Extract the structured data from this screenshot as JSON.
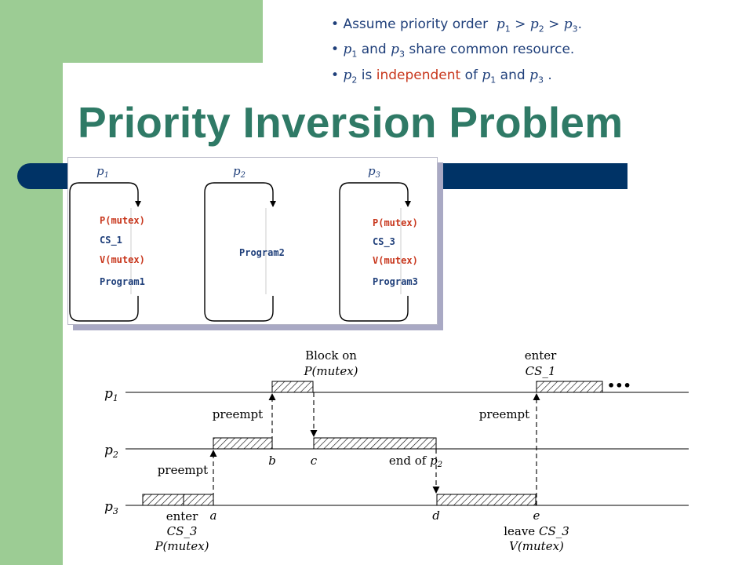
{
  "bullets": {
    "b1_pre": "Assume priority order",
    "b1_p1": "p",
    "b1_s1": "1",
    "b1_gt1": " > ",
    "b1_p2": "p",
    "b1_s2": "2",
    "b1_gt2": " > ",
    "b1_p3": "p",
    "b1_s3": "3",
    "b1_end": ".",
    "b2_p1": "p",
    "b2_s1": "1",
    "b2_and": " and ",
    "b2_p3": "p",
    "b2_s3": "3",
    "b2_rest": " share common resource.",
    "b3_p2": "p",
    "b3_s2": "2",
    "b3_is": " is ",
    "b3_red": "independent",
    "b3_of": " of ",
    "b3_p1": "p",
    "b3_s1": "1",
    "b3_and": " and ",
    "b3_p3": "p",
    "b3_s3": "3",
    "b3_end": " ."
  },
  "title": "Priority Inversion Problem",
  "processes": {
    "p1": {
      "name": "p",
      "sub": "1",
      "lines": [
        "P(mutex)",
        "CS_1",
        "V(mutex)",
        "Program1"
      ]
    },
    "p2": {
      "name": "p",
      "sub": "2",
      "lines": [
        "Program2"
      ]
    },
    "p3": {
      "name": "p",
      "sub": "3",
      "lines": [
        "P(mutex)",
        "CS_3",
        "V(mutex)",
        "Program3"
      ]
    }
  },
  "timeline": {
    "rows": [
      {
        "name": "p",
        "sub": "1"
      },
      {
        "name": "p",
        "sub": "2"
      },
      {
        "name": "p",
        "sub": "3"
      }
    ],
    "labels": {
      "block_on": "Block on",
      "p_mutex": "P(mutex)",
      "enter_cs1_a": "enter",
      "enter_cs1_b": "CS_1",
      "preempt": "preempt",
      "ellipsis": "•••",
      "b": "b",
      "c": "c",
      "end_of": "end of",
      "end_p": "p",
      "end_sub": "2",
      "a": "a",
      "d": "d",
      "e": "e",
      "enter_cs3_a": "enter",
      "enter_cs3_b": "CS_3",
      "enter_cs3_c": "P(mutex)",
      "leave_a": "leave",
      "leave_b": "CS_3",
      "leave_c": "V(mutex)"
    }
  }
}
